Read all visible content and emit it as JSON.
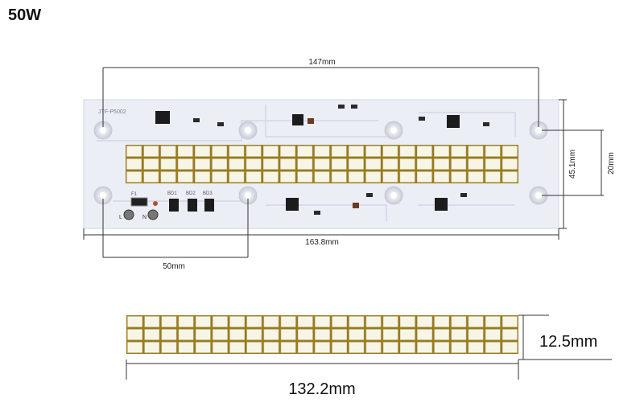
{
  "title": "50W",
  "board": {
    "silkscreen": "JTF-P5002",
    "fuse_label": "F1",
    "bridge_labels": [
      "BD1",
      "BD2",
      "BD3"
    ],
    "terminal_labels": [
      "L",
      "N"
    ]
  },
  "dimensions": {
    "hole_span": "147mm",
    "board_length": "163.8mm",
    "board_width": "45.1mm",
    "hole_pitch": "20mm",
    "left_offset": "50mm",
    "led_width": "12.5mm",
    "led_length": "132.2mm"
  },
  "colors": {
    "board": "#eceef6",
    "led_frame": "#9a7a1e",
    "led_cell": "#f7f6e6",
    "trace": "#d8dcea",
    "dim_line": "#333333"
  },
  "led_array": {
    "columns": 23,
    "rows": 3
  }
}
